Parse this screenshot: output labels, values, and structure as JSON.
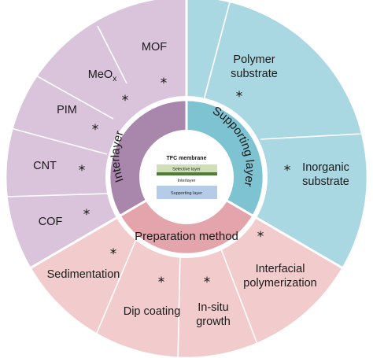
{
  "colors": {
    "interlayer_outer": "#d9c4dc",
    "interlayer_inner": "#a987ad",
    "support_outer": "#aad8e2",
    "support_inner": "#7ec3d1",
    "prep_outer": "#f2cccd",
    "prep_inner": "#e3a5ab",
    "divider": "#ffffff",
    "layer_selective": "#cfe0b8",
    "layer_interlayer": "#4e7d38",
    "layer_support": "#b5cce8"
  },
  "inner_ring": {
    "interlayer": "Interlayer",
    "supporting_layer": "Supporting layer",
    "preparation_method": "Preparation method"
  },
  "outer_ring": {
    "interlayer_items": [
      {
        "label": "MOF"
      },
      {
        "label": "MeO",
        "sub": "x"
      },
      {
        "label": "PIM"
      },
      {
        "label": "CNT"
      },
      {
        "label": "COF"
      }
    ],
    "support_items": [
      {
        "line1": "Polymer",
        "line2": "substrate"
      },
      {
        "line1": "Inorganic",
        "line2": "substrate"
      }
    ],
    "prep_items": [
      {
        "line1": "Sedimentation"
      },
      {
        "line1": "Dip coating"
      },
      {
        "line1": "In-situ",
        "line2": "growth"
      },
      {
        "line1": "Interfacial",
        "line2": "polymerization"
      }
    ],
    "star": "*"
  },
  "center": {
    "title": "TFC membrane",
    "selective": "Selective layer",
    "interlayer": "Interlayer",
    "supporting": "Supporting layer"
  }
}
